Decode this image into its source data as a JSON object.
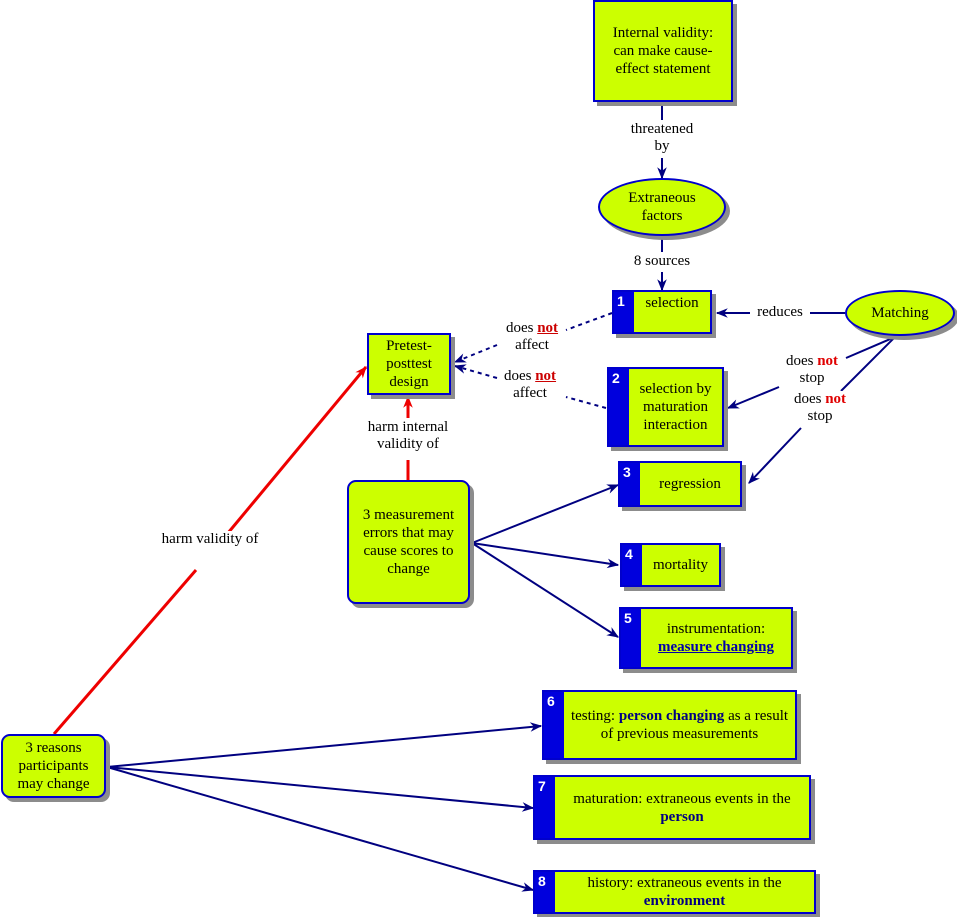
{
  "colors": {
    "node_fill": "#ccff00",
    "node_border": "#0000cc",
    "number_tab": "#0000dd",
    "connector": "#000080",
    "harm_connector": "#ee0000",
    "emphasis_red": "#e00000"
  },
  "nodes": {
    "internal_validity": "Internal validity: can make cause-effect statement",
    "extraneous_factors": "Extraneous factors",
    "matching": "Matching",
    "pretest_posttest": "Pretest-posttest design",
    "measurement_errors": "3 measurement errors that may cause scores to change",
    "participants_change": "3 reasons participants may change",
    "sources": [
      {
        "number": "1",
        "text": "selection"
      },
      {
        "number": "2",
        "text": "selection by maturation interaction"
      },
      {
        "number": "3",
        "text": "regression"
      },
      {
        "number": "4",
        "text": "mortality"
      },
      {
        "number": "5",
        "text_before": "instrumentation:",
        "emphasis": "measure changing"
      },
      {
        "number": "6",
        "text_before": "testing:",
        "emphasis": "person changing",
        "text_after": "as a result of previous measurements"
      },
      {
        "number": "7",
        "text_before": "maturation: extraneous events in the",
        "emphasis": "person"
      },
      {
        "number": "8",
        "text_before": "history: extraneous events in the",
        "emphasis": "environment"
      }
    ]
  },
  "links": {
    "threatened_by": "threatened by",
    "eight_sources": "8 sources",
    "reduces": "reduces",
    "does": "does",
    "not": "not",
    "affect": "affect",
    "stop": "stop",
    "harm_internal_validity_of": "harm internal validity of",
    "harm_validity_of": "harm validity of"
  }
}
